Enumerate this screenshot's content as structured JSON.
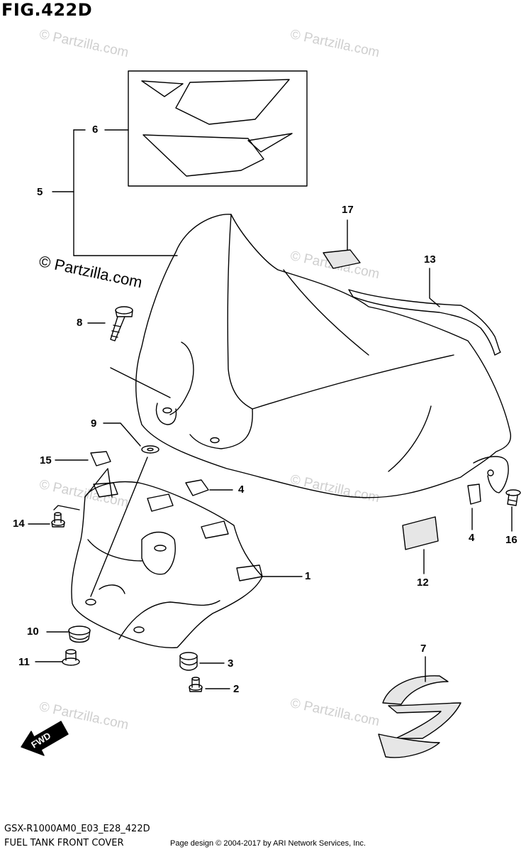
{
  "figure": {
    "title": "FIG.422D",
    "model_code": "GSX-R1000AM0_E03_E28_422D",
    "part_group_name": "FUEL TANK FRONT COVER",
    "credit": "Page design © 2004-2017 by ARI Network Services, Inc."
  },
  "watermark": {
    "primary": "© Partzilla.com",
    "faint": "© Partzilla.com"
  },
  "direction_marker": {
    "label": "FWD"
  },
  "callouts": {
    "c1": "1",
    "c2": "2",
    "c3": "3",
    "c4a": "4",
    "c4b": "4",
    "c5": "5",
    "c6": "6",
    "c7": "7",
    "c8": "8",
    "c9": "9",
    "c10": "10",
    "c11": "11",
    "c12": "12",
    "c13": "13",
    "c14": "14",
    "c15": "15",
    "c16": "16",
    "c17": "17"
  },
  "colors": {
    "line": "#000000",
    "fill": "#ffffff",
    "watermark": "#cfcfcf"
  }
}
